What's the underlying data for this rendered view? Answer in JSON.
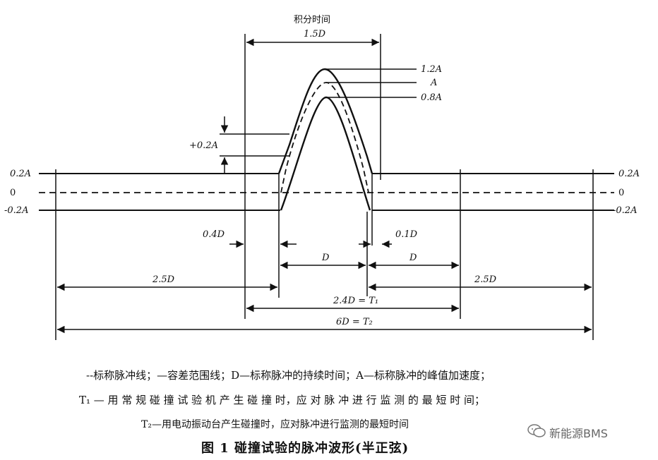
{
  "labels": {
    "integration_time": "积分时间",
    "span_1_5D": "1.5D",
    "peak_1_2A": "1.2A",
    "peak_A": "A",
    "peak_0_8A": "0.8A",
    "plus_0_2A": "+0.2A",
    "left_0_2A": "0.2A",
    "left_zero": "0",
    "left_minus_0_2A": "-0.2A",
    "right_0_2A": "0.2A",
    "right_zero": "0",
    "right_minus_0_2A": "-0.2A",
    "span_0_4D": "0.4D",
    "span_0_1D": "0.1D",
    "span_D_center": "D",
    "span_D_right": "D",
    "span_2_5D_left": "2.5D",
    "span_2_5D_right": "2.5D",
    "span_T1": "2.4D = T₁",
    "span_T2": "6D = T₂"
  },
  "caption": {
    "legend1": "--标称脉冲线；—容差范围线；D—标称脉冲的持续时间；A—标称脉冲的峰值加速度；",
    "legend2": "T₁ — 用 常 规 碰 撞 试 验 机 产 生 碰 撞 时，应 对 脉 冲 进 行 监 测 的 最 短 时 间；",
    "legend3": "T₂—用电动振动台产生碰撞时，应对脉冲进行监测的最短时间",
    "figure_title": "图 1    碰撞试验的脉冲波形(半正弦)"
  },
  "watermark": {
    "text": "新能源BMS",
    "icon": "wechat-icon"
  }
}
